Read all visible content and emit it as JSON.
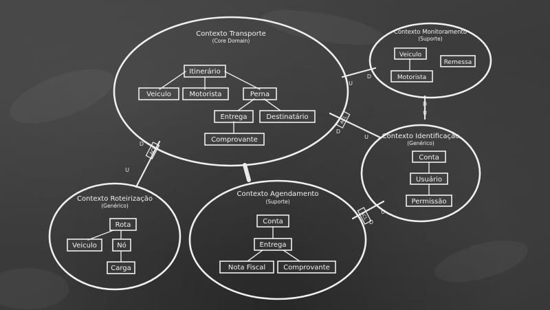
{
  "contexts": {
    "transporte": {
      "title": "Contexto Transporte",
      "subtitle": "(Core Domain)",
      "nodes": {
        "itinerario": "Itinerário",
        "veiculo": "Veiculo",
        "motorista": "Motorista",
        "perna": "Perna",
        "entrega": "Entrega",
        "destinatario": "Destinatário",
        "comprovante": "Comprovante"
      }
    },
    "monitoramento": {
      "title": "Contexto Monitoramento",
      "subtitle": "(Suporte)",
      "nodes": {
        "veiculo": "Veiculo",
        "motorista": "Motorista",
        "remessa": "Remessa"
      }
    },
    "identificacao": {
      "title": "Contexto Identificação",
      "subtitle": "(Genérico)",
      "nodes": {
        "conta": "Conta",
        "usuario": "Usuário",
        "permissao": "Permissão"
      }
    },
    "agendamento": {
      "title": "Contexto Agendamento",
      "subtitle": "(Suporte)",
      "nodes": {
        "conta": "Conta",
        "entrega": "Entrega",
        "nota_fiscal": "Nota Fiscal",
        "comprovante": "Comprovante"
      }
    },
    "roteirizacao": {
      "title": "Contexto Roteirização",
      "subtitle": "(Genérico)",
      "nodes": {
        "rota": "Rota",
        "veiculo": "Veiculo",
        "no": "Nó",
        "carga": "Carga"
      }
    }
  },
  "relations": {
    "upstream": "U",
    "downstream": "D",
    "acl": "ACL"
  }
}
